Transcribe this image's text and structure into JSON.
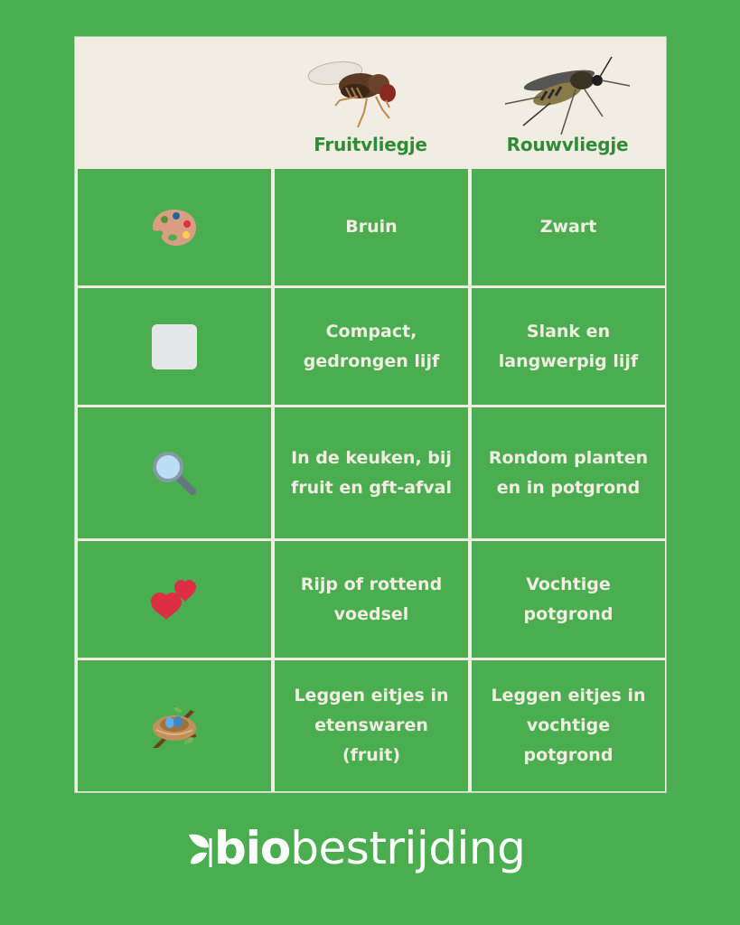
{
  "colors": {
    "background": "#4aad4f",
    "table_header_bg": "#f1ede3",
    "grid_line": "#f1ede3",
    "cell_text": "#f1ede3",
    "species_name": "#2e8b36"
  },
  "header": {
    "columns": [
      {
        "label": "",
        "icon": null
      },
      {
        "label": "Fruitvliegje",
        "image": "fruit-fly-photo"
      },
      {
        "label": "Rouwvliegje",
        "image": "fungus-gnat-photo"
      }
    ]
  },
  "rows": [
    {
      "icon": "artist-palette-icon",
      "topic": "Kleur",
      "fruitvliegje": "Bruin",
      "rouwvliegje": "Zwart"
    },
    {
      "icon": "white-square-icon",
      "topic": "Vorm",
      "fruitvliegje": "Compact, gedrongen lijf",
      "rouwvliegje": "Slank en langwerpig lijf"
    },
    {
      "icon": "magnifying-glass-icon",
      "topic": "Vindplaats",
      "fruitvliegje": "In de keuken, bij fruit en gft-afval",
      "rouwvliegje": "Rondom planten en in potgrond"
    },
    {
      "icon": "two-hearts-icon",
      "topic": "Aantrekking",
      "fruitvliegje": "Rijp of rottend voedsel",
      "rouwvliegje": "Vochtige potgrond"
    },
    {
      "icon": "nest-with-eggs-icon",
      "topic": "Voortplanting",
      "fruitvliegje": "Leggen eitjes in etenswaren (fruit)",
      "rouwvliegje": "Leggen eitjes in vochtige potgrond"
    }
  ],
  "footer": {
    "logo_bold": "bio",
    "logo_light": "bestrijding"
  }
}
